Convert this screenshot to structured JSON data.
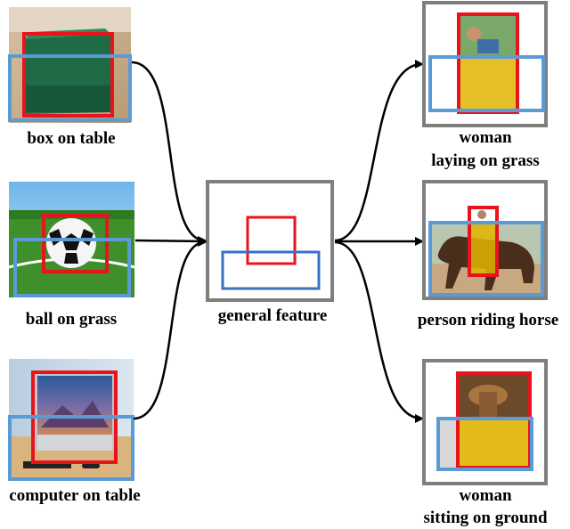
{
  "inputs": [
    {
      "caption": "box on table"
    },
    {
      "caption": "ball on grass"
    },
    {
      "caption": "computer on table"
    }
  ],
  "center": {
    "caption": "general feature"
  },
  "outputs": [
    {
      "caption_line1": "woman",
      "caption_line2": "laying on grass"
    },
    {
      "caption_line1": "person riding horse",
      "caption_line2": ""
    },
    {
      "caption_line1": "woman",
      "caption_line2": "sitting on ground"
    }
  ],
  "colors": {
    "subject_box": "#e8141c",
    "object_box": "#5b9bd5",
    "overlap_fill": "#e0b400",
    "frame": "#7f7f7f",
    "arrow": "#000000"
  }
}
